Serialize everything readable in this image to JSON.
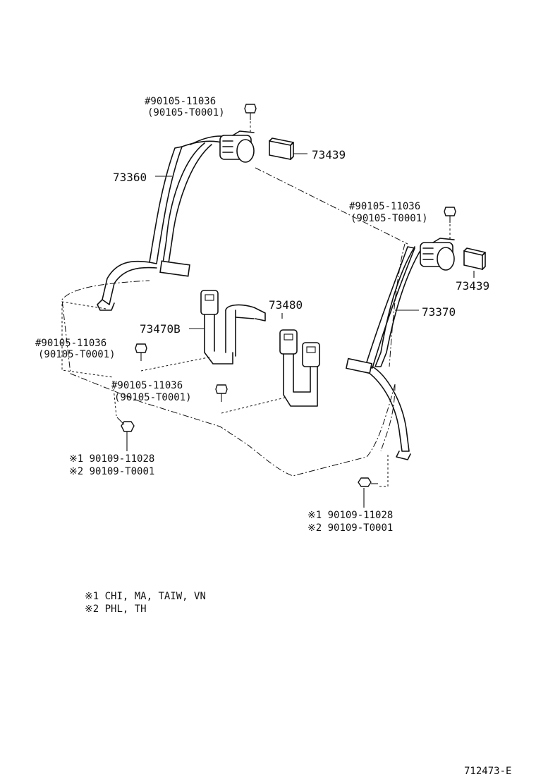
{
  "bolts": {
    "top_main": "#90105-11036",
    "top_alt": "(90105-T0001)",
    "right_main": "#90105-11036",
    "right_alt": "(90105-T0001)",
    "left_main": "#90105-11036",
    "left_alt": "(90105-T0001)",
    "center_main": "#90105-11036",
    "center_alt": "(90105-T0001)"
  },
  "parts": {
    "belt_left": "73360",
    "belt_right": "73370",
    "cover_top": "73439",
    "cover_right": "73439",
    "buckle_left": "73470B",
    "buckle_right": "73480"
  },
  "screws": {
    "left_1": "※1 90109-11028",
    "left_2": "※2 90109-T0001",
    "right_1": "※1 90109-11028",
    "right_2": "※2 90109-T0001"
  },
  "notes": {
    "note_1": "※1 CHI, MA, TAIW, VN",
    "note_2": "※2 PHL, TH"
  },
  "diagram_id": "712473-E"
}
